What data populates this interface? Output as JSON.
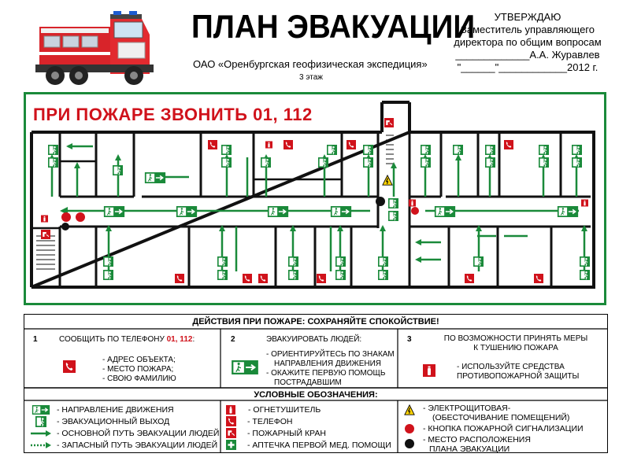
{
  "header": {
    "title": "ПЛАН ЭВАКУАЦИИ",
    "organization": "ОАО «Оренбургская геофизическая экспедиция»",
    "floor": "3 этаж",
    "approve": {
      "line1": "УТВЕРЖДАЮ",
      "line2": "Заместитель управляющего",
      "line3": "директора по общим вопросам",
      "line4": "_____________А.А. Журавлев",
      "line5": "\"______\"____________2012 г."
    }
  },
  "plan": {
    "call_text": "ПРИ ПОЖАРЕ ЗВОНИТЬ 01, 112",
    "colors": {
      "wall": "#111111",
      "route": "#1a8a3a",
      "alert": "#d0121b",
      "frame": "#1a8a3a"
    }
  },
  "actions": {
    "header": "ДЕЙСТВИЯ ПРИ ПОЖАРЕ: СОХРАНЯЙТЕ СПОКОЙСТВИЕ!",
    "steps": [
      {
        "num": "1",
        "title": "СООБЩИТЬ ПО ТЕЛЕФОНУ",
        "phones": "01, 112",
        "colon": ":",
        "lines": [
          "- АДРЕС ОБЪЕКТА;",
          "- МЕСТО ПОЖАРА;",
          "- СВОЮ ФАМИЛИЮ"
        ]
      },
      {
        "num": "2",
        "title": "ЭВАКУИРОВАТЬ ЛЮДЕЙ:",
        "lines": [
          "- ОРИЕНТИРУЙТЕСЬ ПО ЗНАКАМ",
          "НАПРАВЛЕНИЯ ДВИЖЕНИЯ",
          "- ОКАЖИТЕ ПЕРВУЮ ПОМОЩЬ",
          "ПОСТРАДАВШИМ"
        ]
      },
      {
        "num": "3",
        "title_line1": "ПО ВОЗМОЖНОСТИ ПРИНЯТЬ МЕРЫ",
        "title_line2": "К ТУШЕНИЮ ПОЖАРА",
        "lines": [
          "- ИСПОЛЬЗУЙТЕ СРЕДСТВА",
          "ПРОТИВОПОЖАРНОЙ ЗАЩИТЫ"
        ]
      }
    ]
  },
  "legend": {
    "header": "УСЛОВНЫЕ ОБОЗНАЧЕНИЯ:",
    "col1": [
      "- НАПРАВЛЕНИЕ ДВИЖЕНИЯ",
      "- ЭВАКУАЦИОННЫЙ ВЫХОД",
      "- ОСНОВНОЙ ПУТЬ ЭВАКУАЦИИ ЛЮДЕЙ",
      "- ЗАПАСНЫЙ  ПУТЬ ЭВАКУАЦИИ ЛЮДЕЙ"
    ],
    "col2": [
      "- ОГНЕТУШИТЕЛЬ",
      "- ТЕЛЕФОН",
      "- ПОЖАРНЫЙ КРАН",
      "- АПТЕЧКА ПЕРВОЙ МЕД. ПОМОЩИ"
    ],
    "col3": [
      "- ЭЛЕКТРОЩИТОВАЯ-",
      "(ОБЕСТОЧИВАНИЕ ПОМЕЩЕНИЙ)",
      "- КНОПКА ПОЖАРНОЙ СИГНАЛИЗАЦИИ",
      "- МЕСТО РАСПОЛОЖЕНИЯ",
      "ПЛАНА ЭВАКУАЦИИ"
    ]
  }
}
